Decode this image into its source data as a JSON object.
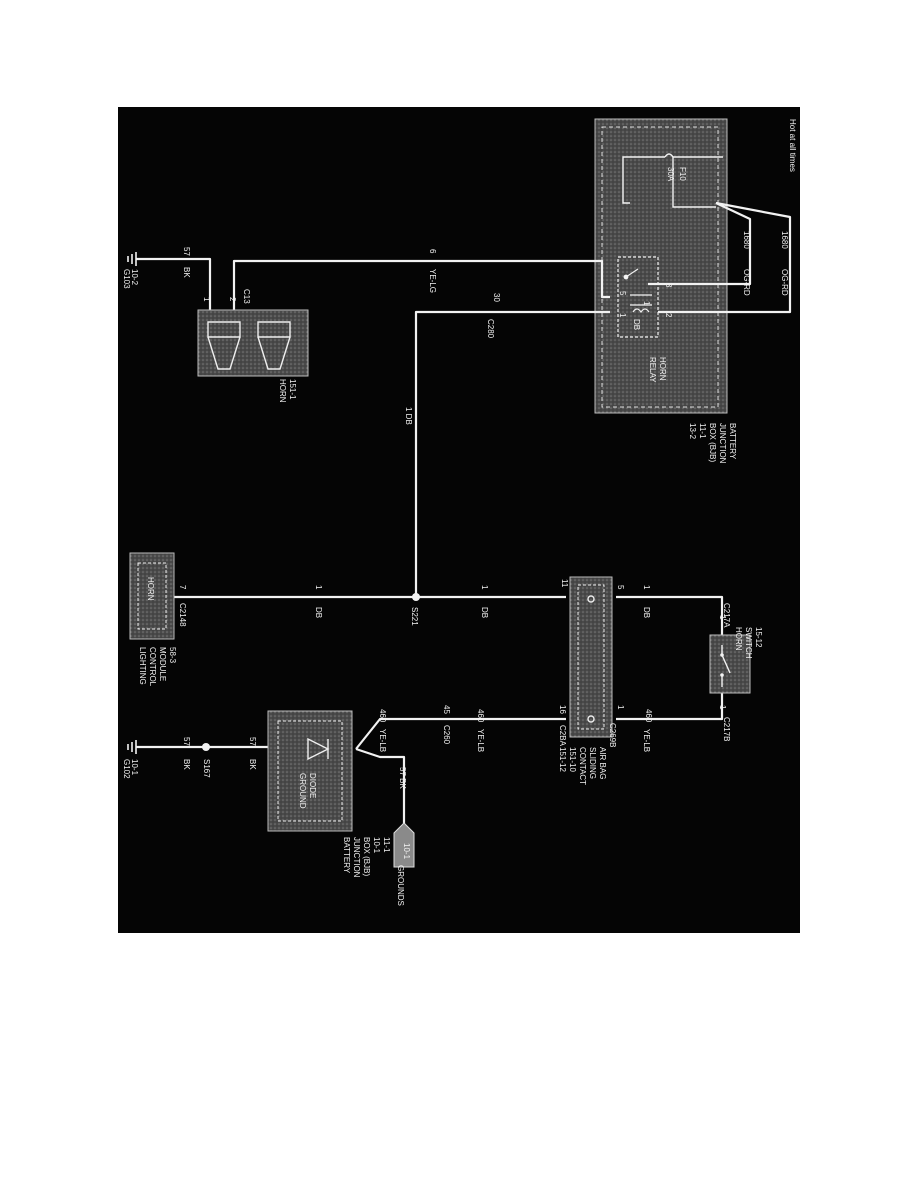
{
  "colors": {
    "background": "#050505",
    "wire": "#f2f2f2",
    "box": "#5a5a5a"
  },
  "components": {
    "bjb_top": [
      "BATTERY",
      "JUNCTION",
      "BOX (BJB)",
      "11-1",
      "13-2"
    ],
    "bjb_bottom": [
      "BATTERY",
      "JUNCTION",
      "BOX (BJB)",
      "10-1",
      "11-1"
    ],
    "hot_at_all_times": "Hot at all times",
    "fuse_id": "F10",
    "fuse_rating": "30A",
    "horn_relay": [
      "HORN",
      "RELAY"
    ],
    "relay_pins": [
      "3",
      "5",
      "1",
      "2"
    ],
    "horn": [
      "HORN",
      "151-1"
    ],
    "horn_pins": [
      "1",
      "2"
    ],
    "lighting_module": [
      "LIGHTING",
      "CONTROL",
      "MODULE",
      "58-3"
    ],
    "lighting_inner": "HORN",
    "airbag": [
      "AIR BAG",
      "SLIDING",
      "CONTACT",
      "151-10",
      "151-12"
    ],
    "horn_switch": [
      "HORN",
      "SWITCH",
      "15-12"
    ],
    "ground_diode": [
      "GROUND",
      "DIODE"
    ],
    "grounds": "GROUNDS",
    "grounds_ref": "10-1"
  },
  "connectors": {
    "c13": "C13",
    "c280": "C280",
    "c2148": "C2148",
    "c269b": "C269B",
    "c2ba": "C2BA",
    "c217a": "C217A",
    "c217b": "C217B",
    "c260": "C260"
  },
  "splices": {
    "s221": "S221",
    "s167": "S167"
  },
  "grounds": {
    "g103": {
      "id": "G103",
      "ref": "10-2"
    },
    "g102": {
      "id": "G102",
      "ref": "10-1"
    }
  },
  "wires": {
    "w1680_top": {
      "circuit": "1680",
      "color": "OG-RD"
    },
    "w1680_bottom": {
      "circuit": "1680",
      "color": "OG-RD"
    },
    "w6": {
      "circuit": "6",
      "color": "YE-LG"
    },
    "w57_top": {
      "circuit": "57",
      "color": "BK"
    },
    "w1_relay": {
      "circuit": "1",
      "color": "DB",
      "pin": "30"
    },
    "w1_vertical": "1 DB",
    "w1_lcm": {
      "circuit": "1",
      "color": "DB",
      "pin": "7"
    },
    "w1_s221": {
      "circuit": "1",
      "color": "DB",
      "pin": "11"
    },
    "w1_switch": {
      "circuit": "1",
      "color": "DB",
      "pin": "5",
      "sw_pin": "1"
    },
    "w460_switch": {
      "circuit": "460",
      "color": "YE-LB",
      "pin": "1",
      "sw_pin": "1"
    },
    "w460_mid": {
      "circuit": "460",
      "color": "YE-LB",
      "pin": "16",
      "c260_pin": "45"
    },
    "w460_diode": {
      "circuit": "460",
      "color": "YE-LB"
    },
    "w57_bottom": {
      "circuit": "57",
      "color": "BK"
    },
    "w57_ground": {
      "circuit": "57",
      "color": "BK"
    },
    "w57_grounds": "57 BK"
  }
}
